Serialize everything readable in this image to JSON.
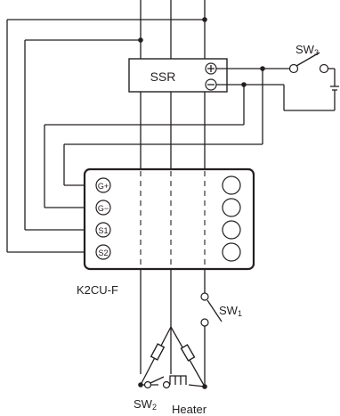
{
  "diagram": {
    "ssr": {
      "label": "SSR",
      "plus": "⊕",
      "minus": "⊖"
    },
    "controller": {
      "label": "K2CU-F",
      "terminals": [
        "G+",
        "G−",
        "S1",
        "S2"
      ]
    },
    "switches": {
      "sw1": {
        "base": "SW",
        "sub": "1"
      },
      "sw2": {
        "base": "SW",
        "sub": "2"
      },
      "sw3": {
        "base": "SW",
        "sub": "3"
      }
    },
    "load": {
      "label": "Heater"
    }
  }
}
